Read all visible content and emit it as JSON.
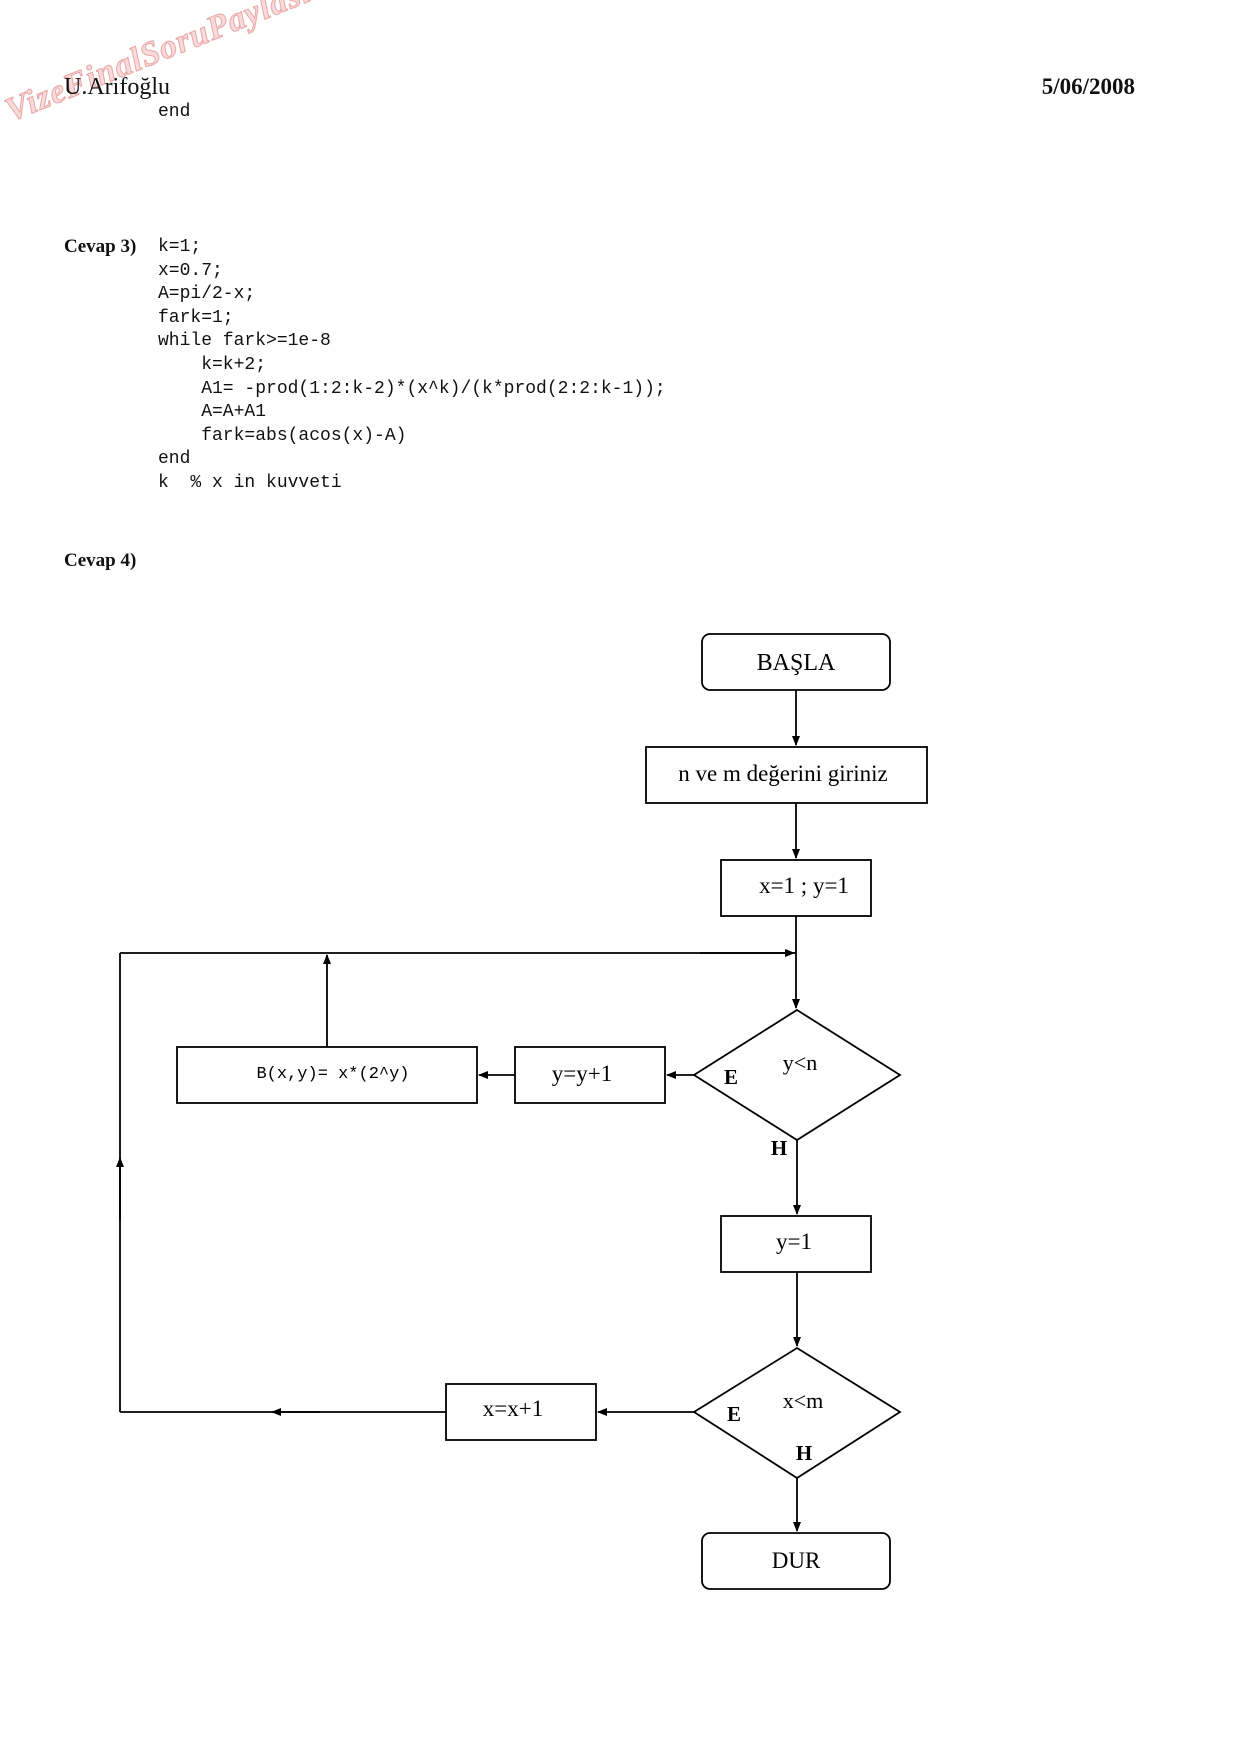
{
  "header": {
    "author": "U.Arifoğlu",
    "date": "5/06/2008"
  },
  "watermark": "VizeFinalSoruPaylasimi.com",
  "previous_code_tail": "end",
  "answer3": {
    "label": "Cevap 3)",
    "code": "k=1;\nx=0.7;\nA=pi/2-x;\nfark=1;\nwhile fark>=1e-8\n    k=k+2;\n    A1= -prod(1:2:k-2)*(x^k)/(k*prod(2:2:k-1));\n    A=A+A1\n    fark=abs(acos(x)-A)\nend\nk  % x in kuvveti"
  },
  "answer4": {
    "label": "Cevap 4)"
  },
  "flowchart": {
    "start": "BAŞLA",
    "input": "n ve m değerini giriniz",
    "init": "x=1 ; y=1",
    "cond_inner": "y<n",
    "compute": "B(x,y)= x*(2^y)",
    "inc_y": "y=y+1",
    "reset_y": "y=1",
    "cond_outer": "x<m",
    "inc_x": "x=x+1",
    "end": "DUR",
    "yes_label": "E",
    "no_label": "H"
  }
}
